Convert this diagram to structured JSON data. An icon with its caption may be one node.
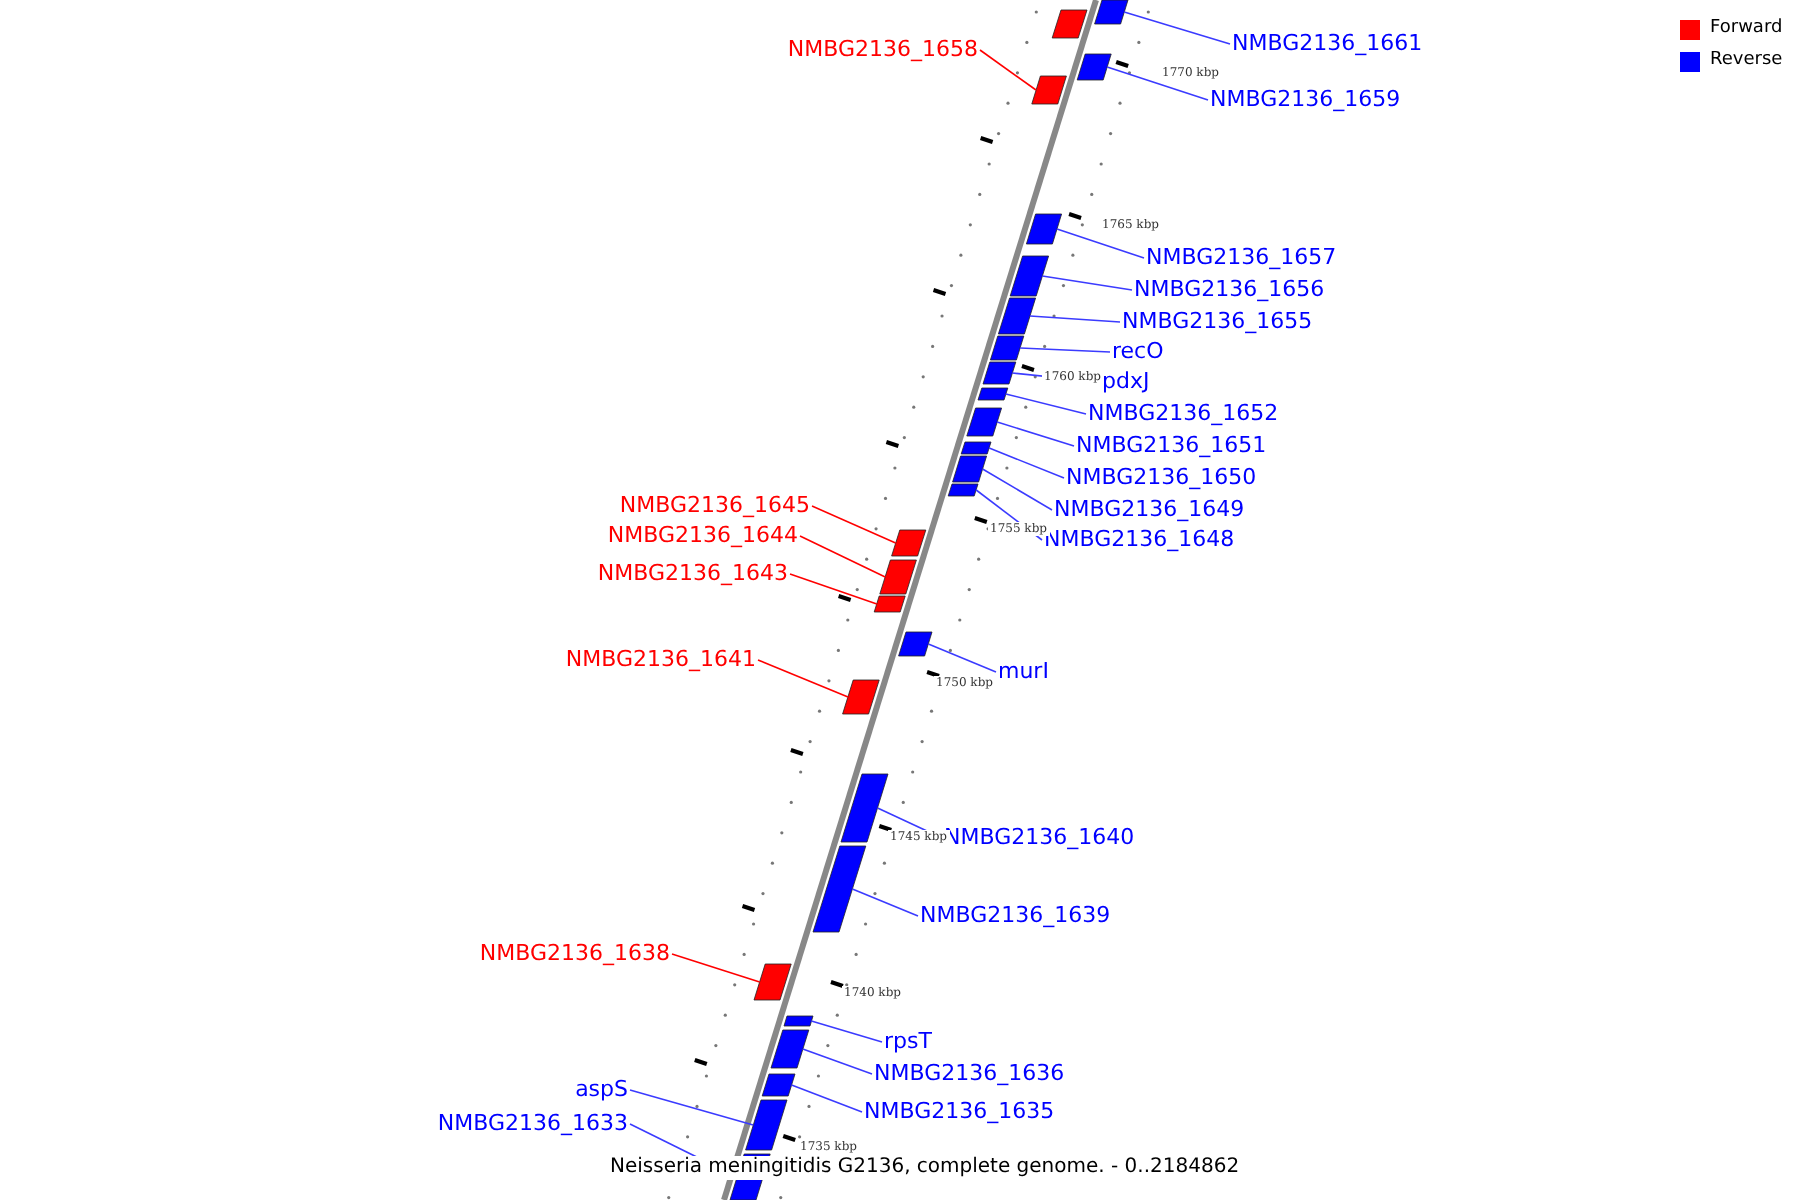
{
  "diagram": {
    "caption": "Neisseria meningitidis G2136, complete genome. - 0..2184862",
    "nodes": [
      {
        "text": [],
        "shape": "bar"
      },
      {
        "text": [
          "NMBG2136_1661"
        ]
      },
      {
        "text": [],
        "shape": "bar"
      },
      {
        "text": [
          "NMBG2136_1658"
        ]
      },
      {
        "text": [],
        "shape": "bar"
      },
      {
        "text": [
          "NMBG2136_1659"
        ]
      },
      {
        "text": [],
        "shape": "bar"
      },
      {
        "text": [
          "NMBG2136_1657"
        ]
      },
      {
        "text": [],
        "shape": "bar"
      },
      {
        "text": [
          "NMBG2136_1656"
        ]
      },
      {
        "text": [],
        "shape": "bar"
      },
      {
        "text": [
          "NMBG2136_1655"
        ]
      },
      {
        "text": [],
        "shape": "bar"
      },
      {
        "text": [
          "recO"
        ]
      },
      {
        "text": [],
        "shape": "bar"
      },
      {
        "text": [
          "pdxJ"
        ]
      },
      {
        "text": [],
        "shape": "bar"
      },
      {
        "text": [
          "NMBG2136_1652"
        ]
      },
      {
        "text": [],
        "shape": "bar"
      },
      {
        "text": [
          "NMBG2136_1651"
        ]
      },
      {
        "text": [],
        "shape": "bar"
      },
      {
        "text": [
          "NMBG2136_1650"
        ]
      },
      {
        "text": [],
        "shape": "bar"
      },
      {
        "text": [
          "NMBG2136_1649"
        ]
      },
      {
        "text": [],
        "shape": "bar"
      },
      {
        "text": [
          "NMBG2136_1648"
        ]
      },
      {
        "text": [],
        "shape": "bar"
      },
      {
        "text": [
          "NMBG2136_1645"
        ]
      },
      {
        "text": [],
        "shape": "bar"
      },
      {
        "text": [
          "NMBG2136_1644"
        ]
      },
      {
        "text": [],
        "shape": "bar"
      },
      {
        "text": [
          "NMBG2136_1643"
        ]
      },
      {
        "text": [],
        "shape": "bar"
      },
      {
        "text": [
          "murI"
        ]
      },
      {
        "text": [],
        "shape": "bar"
      },
      {
        "text": [
          "NMBG2136_1641"
        ]
      },
      {
        "text": [],
        "shape": "bar"
      },
      {
        "text": [
          "NMBG2136_1640"
        ]
      },
      {
        "text": [],
        "shape": "bar"
      },
      {
        "text": [
          "NMBG2136_1639"
        ]
      },
      {
        "text": [],
        "shape": "bar"
      },
      {
        "text": [
          "NMBG2136_1638"
        ]
      },
      {
        "text": [],
        "shape": "bar"
      },
      {
        "text": [
          "rpsT"
        ]
      },
      {
        "text": [],
        "shape": "bar"
      },
      {
        "text": [
          "NMBG2136_1636"
        ]
      },
      {
        "text": [],
        "shape": "bar"
      },
      {
        "text": [
          "NMBG2136_1635"
        ]
      },
      {
        "text": [],
        "shape": "bar"
      },
      {
        "text": [
          "aspS"
        ]
      },
      {
        "text": [],
        "shape": "bar"
      },
      {
        "text": [
          "NMBG2136_1633"
        ]
      },
      {
        "text": [],
        "shape": "bar"
      }
    ],
    "edges": [
      {
        "from": 1,
        "to": 2,
        "arrow": "none"
      },
      {
        "from": 3,
        "to": 4,
        "arrow": "none",
        "color": "#ff0000"
      },
      {
        "from": 5,
        "to": 6,
        "arrow": "none"
      },
      {
        "from": 7,
        "to": 8,
        "arrow": "none"
      },
      {
        "from": 9,
        "to": 10,
        "arrow": "none"
      },
      {
        "from": 11,
        "to": 12,
        "arrow": "none"
      },
      {
        "from": 13,
        "to": 14,
        "arrow": "none"
      },
      {
        "from": 15,
        "to": 16,
        "arrow": "none"
      },
      {
        "from": 17,
        "to": 18,
        "arrow": "none"
      },
      {
        "from": 19,
        "to": 20,
        "arrow": "none"
      },
      {
        "from": 21,
        "to": 22,
        "arrow": "none"
      },
      {
        "from": 23,
        "to": 24,
        "arrow": "none"
      },
      {
        "from": 25,
        "to": 26,
        "arrow": "none"
      },
      {
        "from": 27,
        "to": 28,
        "arrow": "none",
        "color": "#ff0000"
      },
      {
        "from": 29,
        "to": 30,
        "arrow": "none",
        "color": "#ff0000"
      },
      {
        "from": 31,
        "to": 32,
        "arrow": "none",
        "color": "#ff0000"
      },
      {
        "from": 33,
        "to": 34,
        "arrow": "none"
      },
      {
        "from": 35,
        "to": 36,
        "arrow": "none",
        "color": "#ff0000"
      },
      {
        "from": 37,
        "to": 38,
        "arrow": "none"
      },
      {
        "from": 39,
        "to": 40,
        "arrow": "none"
      },
      {
        "from": 41,
        "to": 42,
        "arrow": "none",
        "color": "#ff0000"
      },
      {
        "from": 43,
        "to": 44,
        "arrow": "none"
      },
      {
        "from": 45,
        "to": 46,
        "arrow": "none"
      },
      {
        "from": 47,
        "to": 48,
        "arrow": "none"
      },
      {
        "from": 49,
        "to": 50,
        "arrow": "none"
      },
      {
        "from": 51,
        "to": 52,
        "arrow": "none"
      }
    ],
    "labels": [
      "1770 kbp",
      "1765 kbp",
      "1760 kbp",
      "1755 kbp",
      "1750 kbp",
      "1745 kbp",
      "1740 kbp",
      "1735 kbp"
    ],
    "legend": [
      {
        "text": "Forward",
        "color": "#ff0000"
      },
      {
        "text": "Reverse",
        "color": "#0000ff"
      }
    ]
  }
}
